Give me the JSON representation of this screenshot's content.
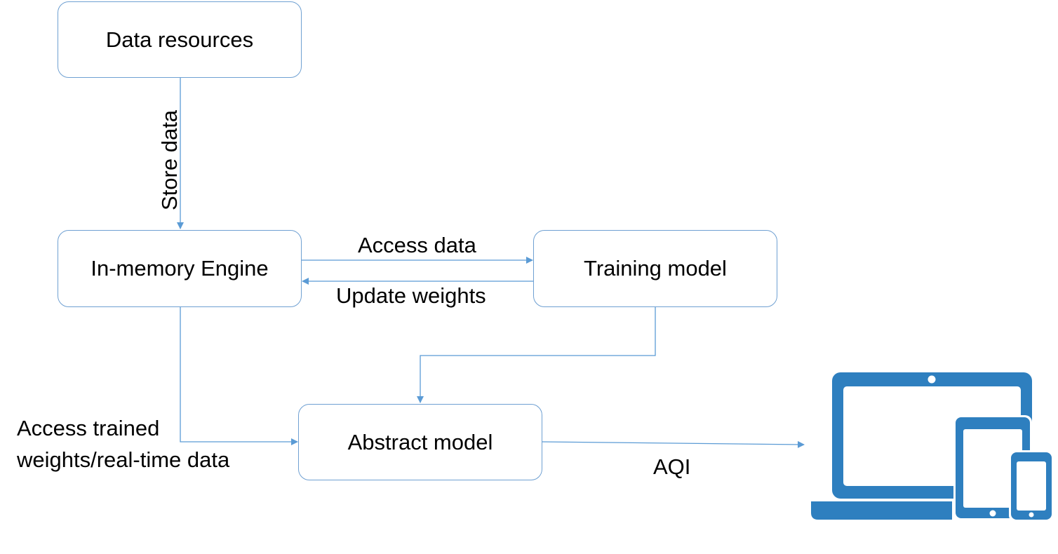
{
  "nodes": {
    "data_resources": "Data resources",
    "in_memory_engine": "In-memory Engine",
    "training_model": "Training model",
    "abstract_model": "Abstract model"
  },
  "edges": {
    "store_data": "Store data",
    "access_data": "Access data",
    "update_weights": "Update weights",
    "access_trained_line1": "Access trained",
    "access_trained_line2": "weights/real-time data",
    "aqi": "AQI"
  },
  "icons": {
    "devices": "laptop-tablet-phone-icon"
  },
  "colors": {
    "line": "#5b9bd5",
    "box_border": "#6fa0d2",
    "device": "#2e7fbf"
  }
}
